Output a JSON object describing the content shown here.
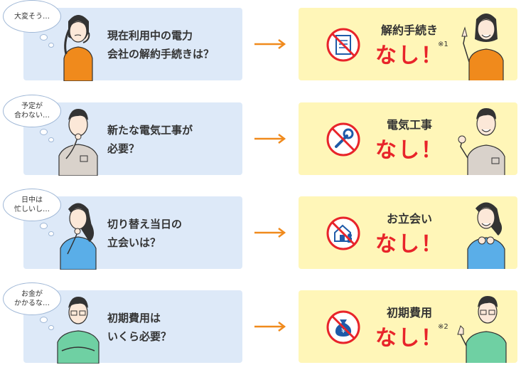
{
  "rows": [
    {
      "bubble": "大変そう…",
      "question_line1": "現在利用中の電力",
      "question_line2": "会社の解約手続きは？",
      "answer_title": "解約手続き",
      "answer_main": "なし！",
      "note": "※1",
      "icon": "no-document-icon"
    },
    {
      "bubble_line1": "予定が",
      "bubble_line2": "合わない…",
      "question_line1": "新たな電気工事が",
      "question_line2": "必要？",
      "answer_title": "電気工事",
      "answer_main": "なし！",
      "icon": "no-wrench-icon"
    },
    {
      "bubble_line1": "日中は",
      "bubble_line2": "忙しいし…",
      "question_line1": "切り替え当日の",
      "question_line2": "立会いは？",
      "answer_title": "お立会い",
      "answer_main": "なし！",
      "icon": "no-house-visit-icon"
    },
    {
      "bubble_line1": "お金が",
      "bubble_line2": "かかるな…",
      "question_line1": "初期費用は",
      "question_line2": "いくら必要？",
      "answer_title": "初期費用",
      "answer_main": "なし！",
      "note": "※2",
      "icon": "no-money-bag-icon"
    }
  ],
  "colors": {
    "question_bg": "#dde9f8",
    "answer_bg": "#fff6b8",
    "arrow": "#f08a1c",
    "accent_red": "#e8242a",
    "prohibit_red": "#e8242a",
    "icon_blue": "#1e5aa8"
  }
}
